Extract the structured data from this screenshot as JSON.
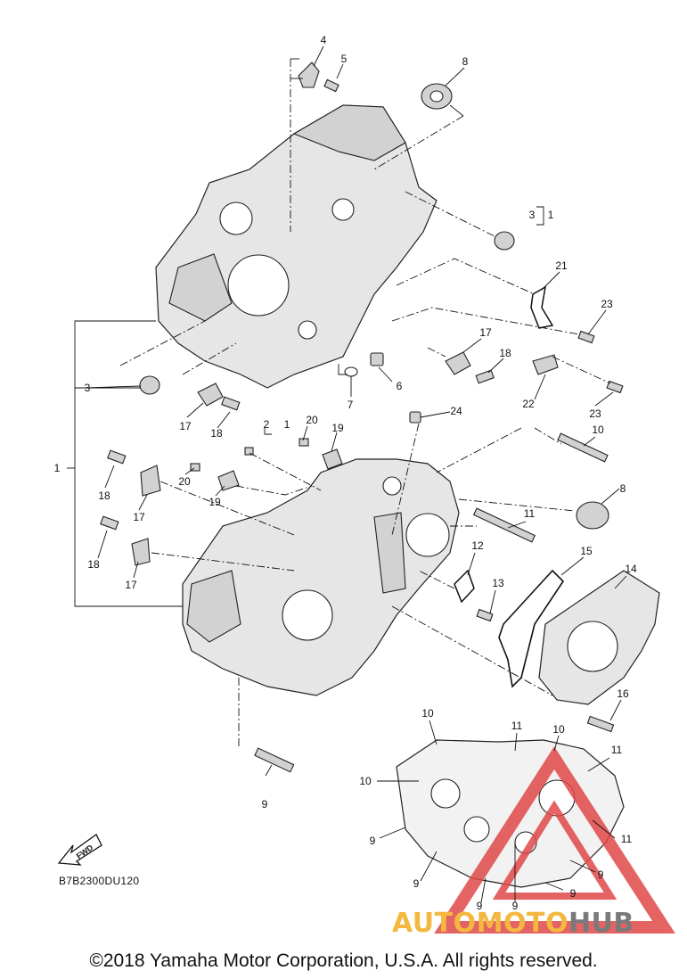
{
  "diagram_code": "B7B2300DU120",
  "copyright": "©2018 Yamaha Motor Corporation, U.S.A. All rights reserved.",
  "fwd_label": "FWD",
  "watermark": {
    "part1": "AUTOMOTO",
    "part2": "HUB",
    "color_main": "#f4b840",
    "color_accent": "#7a7a7a",
    "triangle_color": "#e04848"
  },
  "callouts": [
    {
      "id": "4",
      "text": "4"
    },
    {
      "id": "5",
      "text": "5"
    },
    {
      "id": "8a",
      "text": "8"
    },
    {
      "id": "3a",
      "text": "3"
    },
    {
      "id": "1a",
      "text": "1"
    },
    {
      "id": "21",
      "text": "21"
    },
    {
      "id": "23a",
      "text": "23"
    },
    {
      "id": "17a",
      "text": "17"
    },
    {
      "id": "18a",
      "text": "18"
    },
    {
      "id": "22",
      "text": "22"
    },
    {
      "id": "23b",
      "text": "23"
    },
    {
      "id": "6",
      "text": "6"
    },
    {
      "id": "7",
      "text": "7"
    },
    {
      "id": "3b",
      "text": "3"
    },
    {
      "id": "17b",
      "text": "17"
    },
    {
      "id": "18b",
      "text": "18"
    },
    {
      "id": "2",
      "text": "2"
    },
    {
      "id": "1b",
      "text": "1"
    },
    {
      "id": "20a",
      "text": "20"
    },
    {
      "id": "19a",
      "text": "19"
    },
    {
      "id": "24",
      "text": "24"
    },
    {
      "id": "10a",
      "text": "10"
    },
    {
      "id": "1c",
      "text": "1"
    },
    {
      "id": "18c",
      "text": "18"
    },
    {
      "id": "20b",
      "text": "20"
    },
    {
      "id": "19b",
      "text": "19"
    },
    {
      "id": "17c",
      "text": "17"
    },
    {
      "id": "8b",
      "text": "8"
    },
    {
      "id": "11a",
      "text": "11"
    },
    {
      "id": "18d",
      "text": "18"
    },
    {
      "id": "17d",
      "text": "17"
    },
    {
      "id": "12",
      "text": "12"
    },
    {
      "id": "15",
      "text": "15"
    },
    {
      "id": "14",
      "text": "14"
    },
    {
      "id": "13",
      "text": "13"
    },
    {
      "id": "16",
      "text": "16"
    },
    {
      "id": "9a",
      "text": "9"
    },
    {
      "id": "10b",
      "text": "10"
    },
    {
      "id": "11b",
      "text": "11"
    },
    {
      "id": "10c",
      "text": "10"
    },
    {
      "id": "11c",
      "text": "11"
    },
    {
      "id": "10d",
      "text": "10"
    },
    {
      "id": "11d",
      "text": "11"
    },
    {
      "id": "9b",
      "text": "9"
    },
    {
      "id": "9c",
      "text": "9"
    },
    {
      "id": "9d",
      "text": "9"
    },
    {
      "id": "9e",
      "text": "9"
    },
    {
      "id": "9f",
      "text": "9"
    },
    {
      "id": "9g",
      "text": "9"
    }
  ]
}
